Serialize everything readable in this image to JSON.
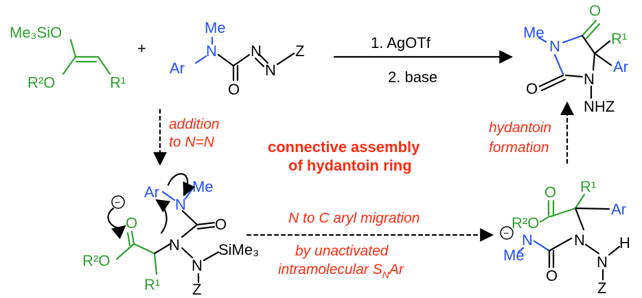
{
  "colors": {
    "green": "#2ca02c",
    "blue": "#1f4fff",
    "red": "#ff2a0f",
    "black": "#000000"
  },
  "reactant1": {
    "tms": "Me₃SiO",
    "alkoxy": "R²O",
    "r": "R¹"
  },
  "plus": "+",
  "reactant2": {
    "me": "Me",
    "n1": "N",
    "ar": "Ar",
    "n2": "N",
    "n3": "N",
    "z": "Z",
    "o": "O"
  },
  "conditions": {
    "step1": "1. AgOTf",
    "step2": "2. base"
  },
  "product": {
    "me": "Me",
    "n1": "N",
    "o_top": "O",
    "r1": "R¹",
    "ar": "Ar",
    "o_left": "O",
    "n2": "N",
    "nhz": "NHZ"
  },
  "labels": {
    "addition": "addition",
    "to_nn": "to N=N",
    "assembly1": "connective assembly",
    "assembly2": "of hydantoin ring",
    "hydantoin": "hydantoin",
    "formation": "formation",
    "migration": "N to C aryl migration",
    "unactivated": "by unactivated",
    "snar_prefix": "intramolecular S",
    "snar_sub": "N",
    "snar_suffix": "Ar"
  },
  "intermediate": {
    "minus": "−",
    "o": "O",
    "alkoxy": "R²O",
    "r1": "R¹",
    "ar": "Ar",
    "n_me": "N",
    "me": "Me",
    "o_c": "O",
    "n1": "N",
    "n2": "N",
    "sime3": "SiMe₃",
    "z": "Z"
  },
  "migrated": {
    "o": "O",
    "r1": "R¹",
    "alkoxy": "R²O",
    "ar": "Ar",
    "minus": "−",
    "me": "Me",
    "n1": "N",
    "n2": "N",
    "n3": "N",
    "h": "H",
    "o_b": "O",
    "z": "Z"
  }
}
